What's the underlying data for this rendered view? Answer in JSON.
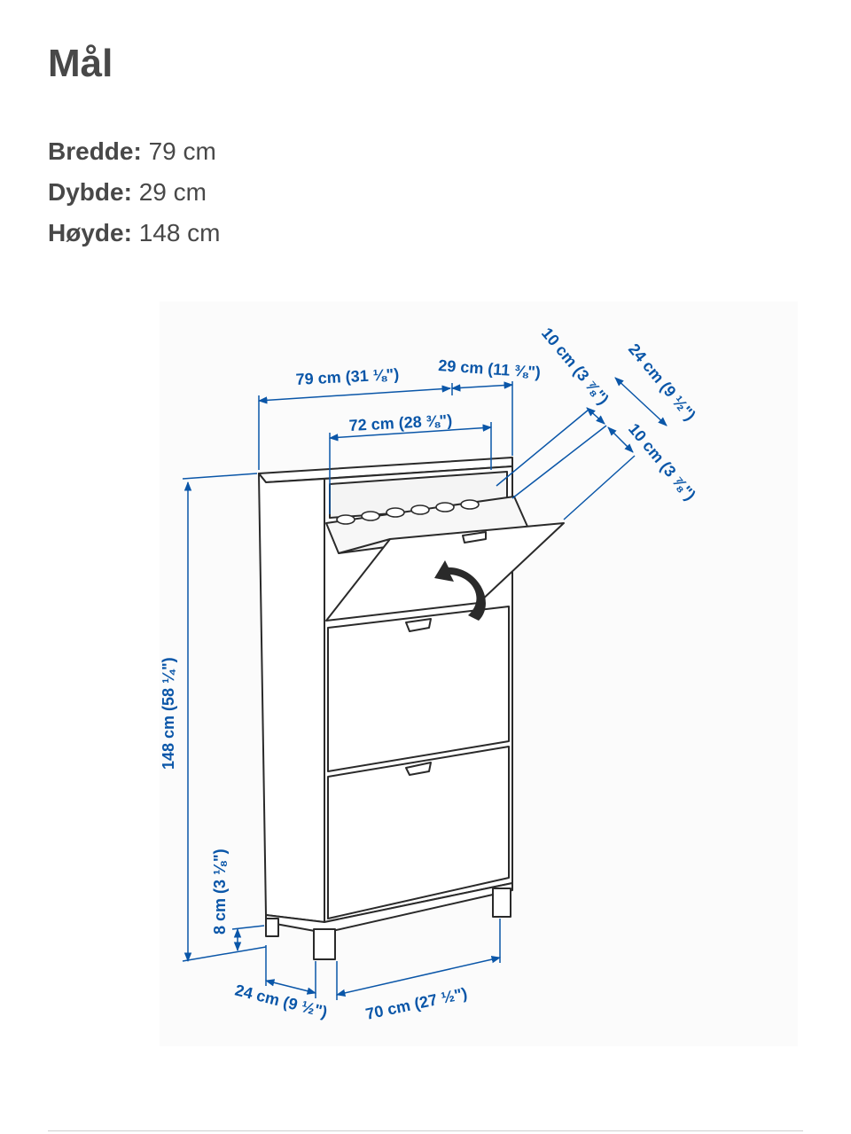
{
  "page": {
    "title": "Mål"
  },
  "specs": [
    {
      "label": "Bredde:",
      "value": "79 cm"
    },
    {
      "label": "Dybde:",
      "value": "29 cm"
    },
    {
      "label": "Høyde:",
      "value": "148 cm"
    }
  ],
  "diagram": {
    "dimensions": {
      "width_total": "79 cm (31 ⅛\")",
      "depth_top": "29 cm (11 ⅜\")",
      "inner_width": "72 cm (28 ⅜\")",
      "flap_10a": "10 cm (3 ⅞\")",
      "flap_24": "24 cm (9 ½\")",
      "flap_10b": "10 cm (3 ⅞\")",
      "height_total": "148 cm (58 ¼\")",
      "leg_height": "8 cm (3 ⅛\")",
      "depth_base": "24 cm (9 ½\")",
      "width_base": "70 cm (27 ½\")"
    },
    "colors": {
      "dimension_blue": "#0a56a8",
      "line_dark": "#2a2a2a"
    }
  }
}
